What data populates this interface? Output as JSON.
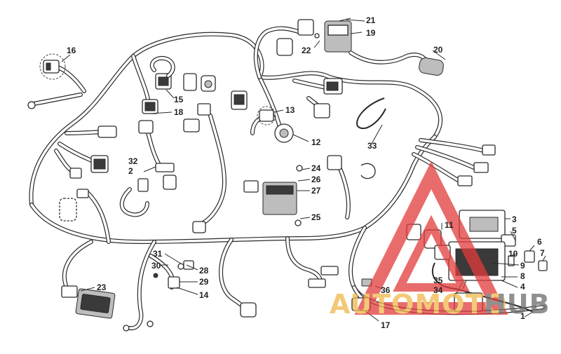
{
  "diagram": {
    "callouts": [
      "1",
      "2",
      "3",
      "4",
      "5",
      "6",
      "7",
      "8",
      "9",
      "10",
      "11",
      "12",
      "13",
      "14",
      "15",
      "16",
      "17",
      "18",
      "19",
      "20",
      "21",
      "22",
      "23",
      "24",
      "25",
      "26",
      "27",
      "28",
      "29",
      "30",
      "31",
      "32",
      "33",
      "34",
      "35",
      "36"
    ]
  },
  "watermark": {
    "text_a": "AUTOMOTO",
    "text_b": "HUB",
    "color_a": "#f0b84a",
    "color_b": "#6b6b6b",
    "triangle_color": "#e23b3b"
  }
}
